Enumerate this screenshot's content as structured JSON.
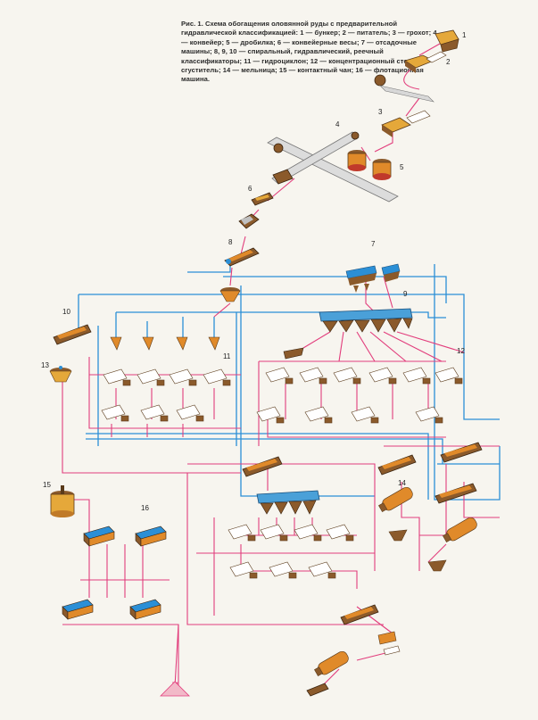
{
  "caption": "Рис. 1. Схема обогащения оловянной руды с предварительной гидравлической классификацией: 1 — бункер; 2 — питатель; 3 — грохот; 4 — конвейер; 5 — дробилка; 6 — конвейерные весы; 7 — отсадочные машины; 8, 9, 10 — спиральный, гидравлический, реечный классификаторы; 11 — гидроциклон; 12 — концентрационный стол; 13 — сгуститель; 14 — мельница; 15 — контактный чан; 16 — флотационная машина.",
  "labels": {
    "n1": "1",
    "n2": "2",
    "n3": "3",
    "n4": "4",
    "n5": "5",
    "n6": "6",
    "n7": "7",
    "n8": "8",
    "n9": "9",
    "n10": "10",
    "n11": "11",
    "n12": "12",
    "n13": "13",
    "n14": "14",
    "n15": "15",
    "n16": "16"
  },
  "colors": {
    "background": "#f7f5ef",
    "pulp_line": "#e23d7c",
    "water_line": "#2b8fd6",
    "belt": "#bfbfbf",
    "machine_body": "#8b5a2b",
    "machine_orange": "#e08a2a",
    "tank_yellow": "#e5a83a",
    "classifier_blue": "#4aa0d8",
    "table_white": "#ffffff"
  }
}
